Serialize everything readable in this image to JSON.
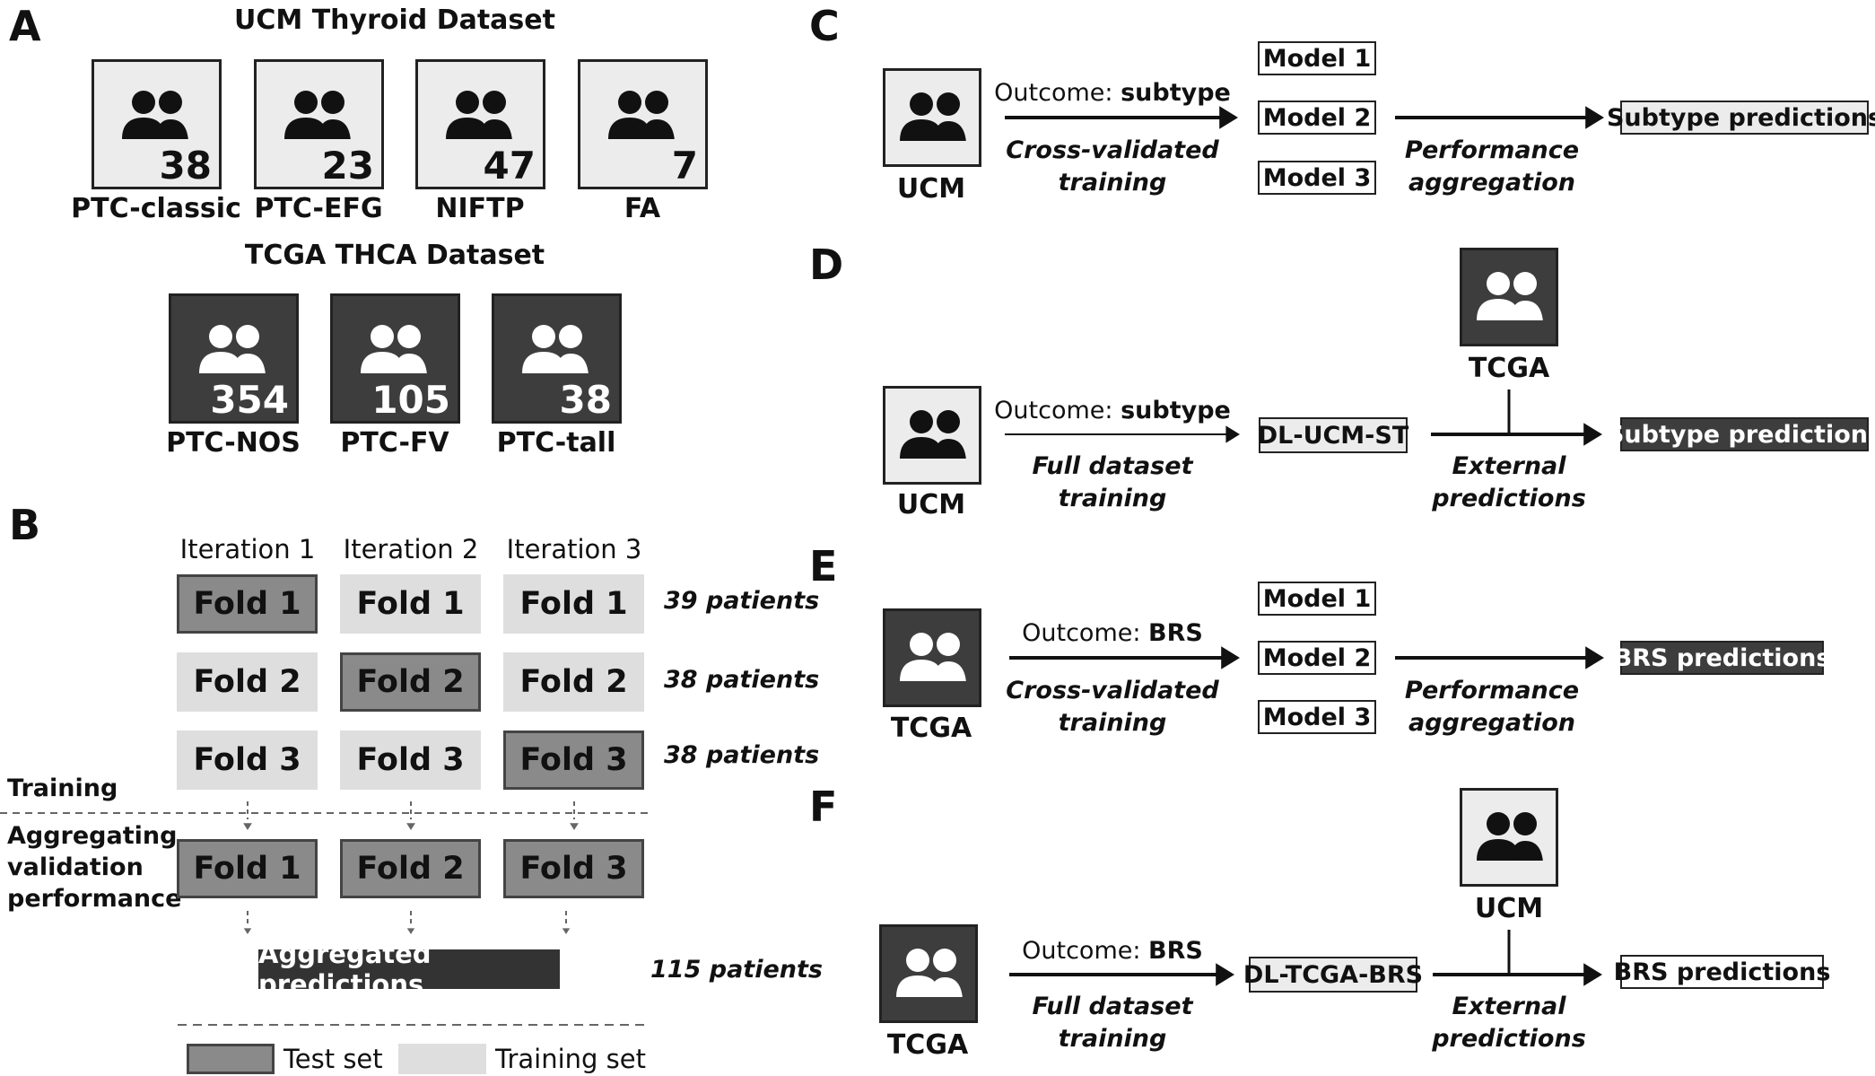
{
  "panel_a": {
    "letter": "A",
    "ucm_title": "UCM Thyroid Dataset",
    "ucm_groups": [
      {
        "count": "38",
        "label": "PTC-classic"
      },
      {
        "count": "23",
        "label": "PTC-EFG"
      },
      {
        "count": "47",
        "label": "NIFTP"
      },
      {
        "count": "7",
        "label": "FA"
      }
    ],
    "tcga_title": "TCGA THCA Dataset",
    "tcga_groups": [
      {
        "count": "354",
        "label": "PTC-NOS"
      },
      {
        "count": "105",
        "label": "PTC-FV"
      },
      {
        "count": "38",
        "label": "PTC-tall"
      }
    ]
  },
  "panel_b": {
    "letter": "B",
    "iterations": [
      "Iteration 1",
      "Iteration 2",
      "Iteration 3"
    ],
    "rows": [
      {
        "folds": [
          "Fold 1",
          "Fold 1",
          "Fold 1"
        ],
        "test_index": 0,
        "patients": "39 patients"
      },
      {
        "folds": [
          "Fold 2",
          "Fold 2",
          "Fold 2"
        ],
        "test_index": 1,
        "patients": "38 patients"
      },
      {
        "folds": [
          "Fold 3",
          "Fold 3",
          "Fold 3"
        ],
        "test_index": 2,
        "patients": "38 patients"
      }
    ],
    "training_label": "Training",
    "aggregating_label": [
      "Aggregating",
      "validation",
      "performance"
    ],
    "aggregated_folds": [
      "Fold 1",
      "Fold 2",
      "Fold 3"
    ],
    "aggregated_predictions": "Aggregated predictions",
    "total_patients": "115 patients",
    "legend": {
      "test": "Test set",
      "training": "Training set"
    }
  },
  "panel_c": {
    "letter": "C",
    "source": "UCM",
    "outcome_prefix": "Outcome: ",
    "outcome": "subtype",
    "method": [
      "Cross-validated",
      "training"
    ],
    "models": [
      "Model 1",
      "Model 2",
      "Model 3"
    ],
    "aggregation": [
      "Performance",
      "aggregation"
    ],
    "result": "Subtype predictions"
  },
  "panel_d": {
    "letter": "D",
    "source": "UCM",
    "outcome_prefix": "Outcome: ",
    "outcome": "subtype",
    "method": [
      "Full dataset",
      "training"
    ],
    "model": "DL-UCM-ST",
    "external": "TCGA",
    "ext_label": [
      "External",
      "predictions"
    ],
    "result": "Subtype predictions"
  },
  "panel_e": {
    "letter": "E",
    "source": "TCGA",
    "outcome_prefix": "Outcome: ",
    "outcome": "BRS",
    "method": [
      "Cross-validated",
      "training"
    ],
    "models": [
      "Model 1",
      "Model 2",
      "Model 3"
    ],
    "aggregation": [
      "Performance",
      "aggregation"
    ],
    "result": "BRS predictions"
  },
  "panel_f": {
    "letter": "F",
    "source": "TCGA",
    "outcome_prefix": "Outcome: ",
    "outcome": "BRS",
    "method": [
      "Full dataset",
      "training"
    ],
    "model": "DL-TCGA-BRS",
    "external": "UCM",
    "ext_label": [
      "External",
      "predictions"
    ],
    "result": "BRS predictions"
  }
}
